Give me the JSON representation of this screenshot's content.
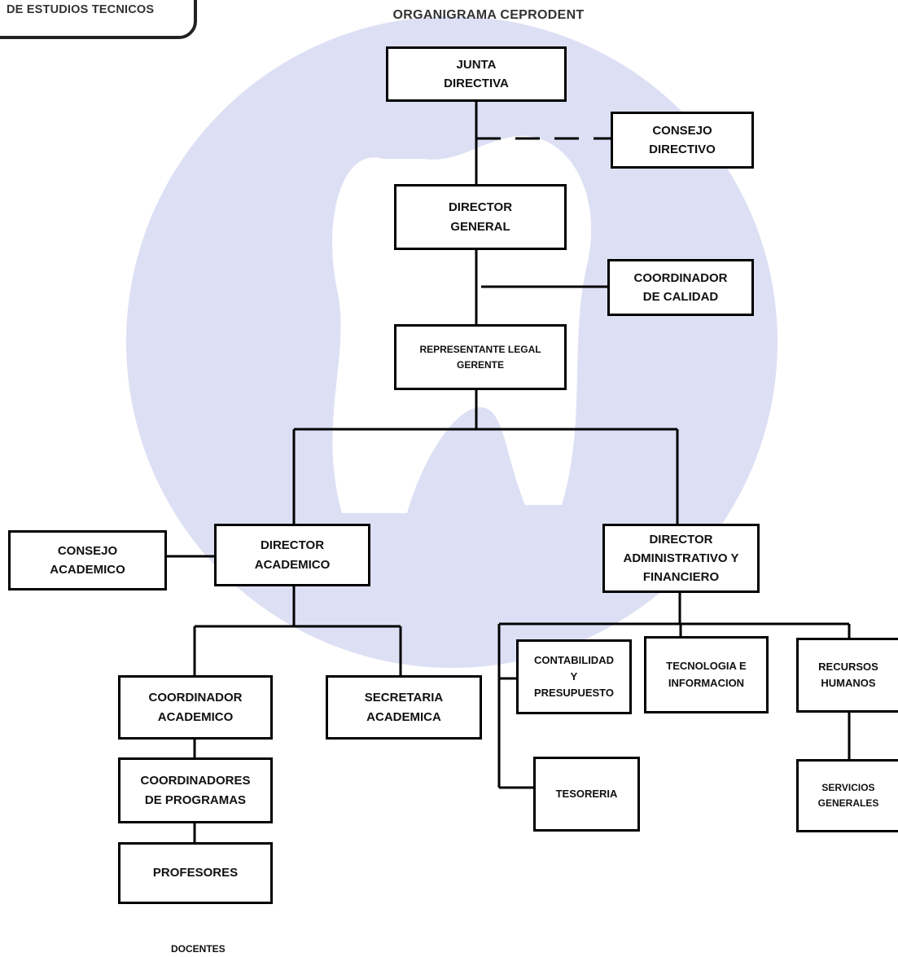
{
  "header": {
    "logo_text": "DE ESTUDIOS TECNICOS",
    "title": "ORGANIGRAMA CEPRODENT"
  },
  "colors": {
    "watermark": "#dde0f4",
    "line": "#000000",
    "box_border": "#000000"
  },
  "watermark": {
    "shape": "tooth-icon"
  },
  "nodes": {
    "junta_directiva": "JUNTA\nDIRECTIVA",
    "consejo_directivo": "CONSEJO\nDIRECTIVO",
    "director_general": "DIRECTOR\nGENERAL",
    "coordinador_calidad": "COORDINADOR\nDE CALIDAD",
    "representante_legal": "REPRESENTANTE LEGAL\nGERENTE",
    "consejo_academico": "CONSEJO\nACADEMICO",
    "director_academico": "DIRECTOR\nACADEMICO",
    "director_administrativo": "DIRECTOR\nADMINISTRATIVO Y\nFINANCIERO",
    "coordinador_academico": "COORDINADOR\nACADEMICO",
    "secretaria_academica": "SECRETARIA\nACADEMICA",
    "coordinadores_programas": "COORDINADORES\nDE PROGRAMAS",
    "profesores": "PROFESORES",
    "contabilidad": "CONTABILIDAD\nY\nPRESUPUESTO",
    "tecnologia": "TECNOLOGIA E\nINFORMACION",
    "recursos_humanos": "RECURSOS\nHUMANOS",
    "tesoreria": "TESORERIA",
    "servicios_generales": "SERVICIOS\nGENERALES"
  },
  "footer": {
    "docentes": "DOCENTES"
  }
}
